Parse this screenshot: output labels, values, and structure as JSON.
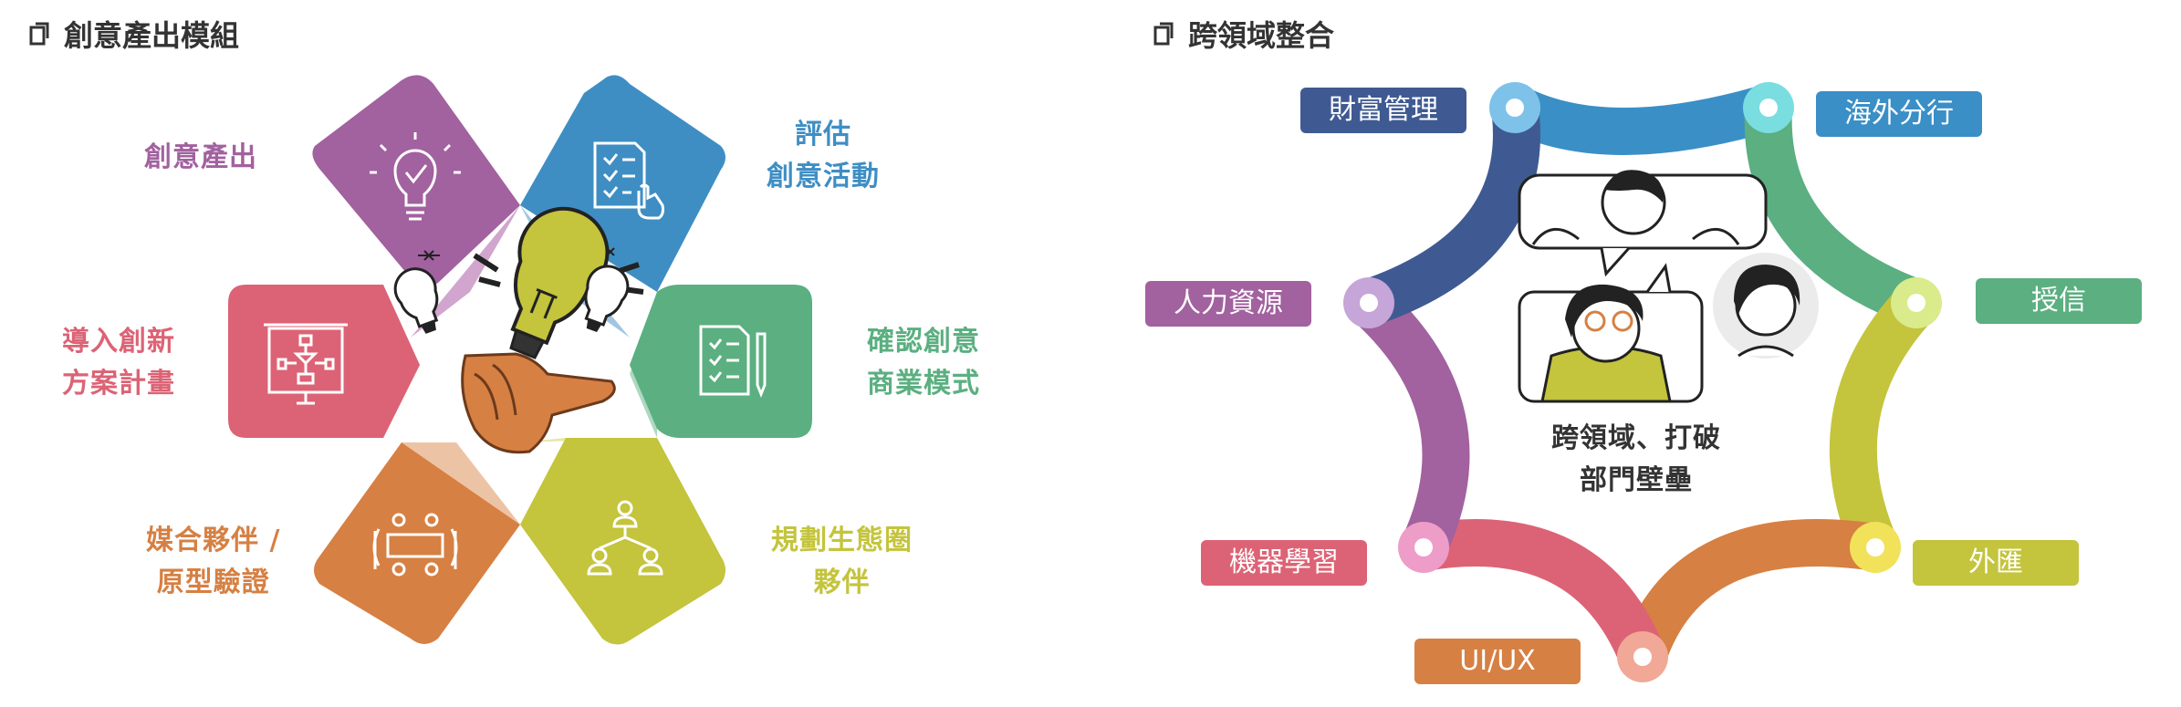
{
  "left": {
    "title": "創意產出模組",
    "labels": {
      "create": "創意產出",
      "evaluate_1": "評估",
      "evaluate_2": "創意活動",
      "confirm_1": "確認創意",
      "confirm_2": "商業模式",
      "plan_1": "規劃生態圈",
      "plan_2": "夥伴",
      "match_1": "媒合夥伴 /",
      "match_2": "原型驗證",
      "introduce_1": "導入創新",
      "introduce_2": "方案計畫"
    },
    "colors": {
      "purple": "#A2619F",
      "blue": "#3E8EC4",
      "green": "#5BAF80",
      "lime": "#C4C43D",
      "orange": "#D68043",
      "red": "#DC6375"
    },
    "icons": [
      "lightbulb-check-icon",
      "checklist-hand-icon",
      "document-pen-icon",
      "org-chart-icon",
      "meeting-table-icon",
      "flowchart-board-icon"
    ]
  },
  "right": {
    "title": "跨領域整合",
    "center_text_1": "跨領域、打破",
    "center_text_2": "部門壁壘",
    "tags": {
      "wealth": "財富管理",
      "overseas": "海外分行",
      "credit": "授信",
      "forex": "外匯",
      "uiux": "UI/UX",
      "ml": "機器學習",
      "hr": "人力資源"
    },
    "colors": {
      "navy": "#3F5A92",
      "sky": "#3A8FC6",
      "green": "#5BAF80",
      "lime": "#C4C43D",
      "orange": "#D68043",
      "red": "#DC6375",
      "purple": "#A2619F"
    }
  }
}
